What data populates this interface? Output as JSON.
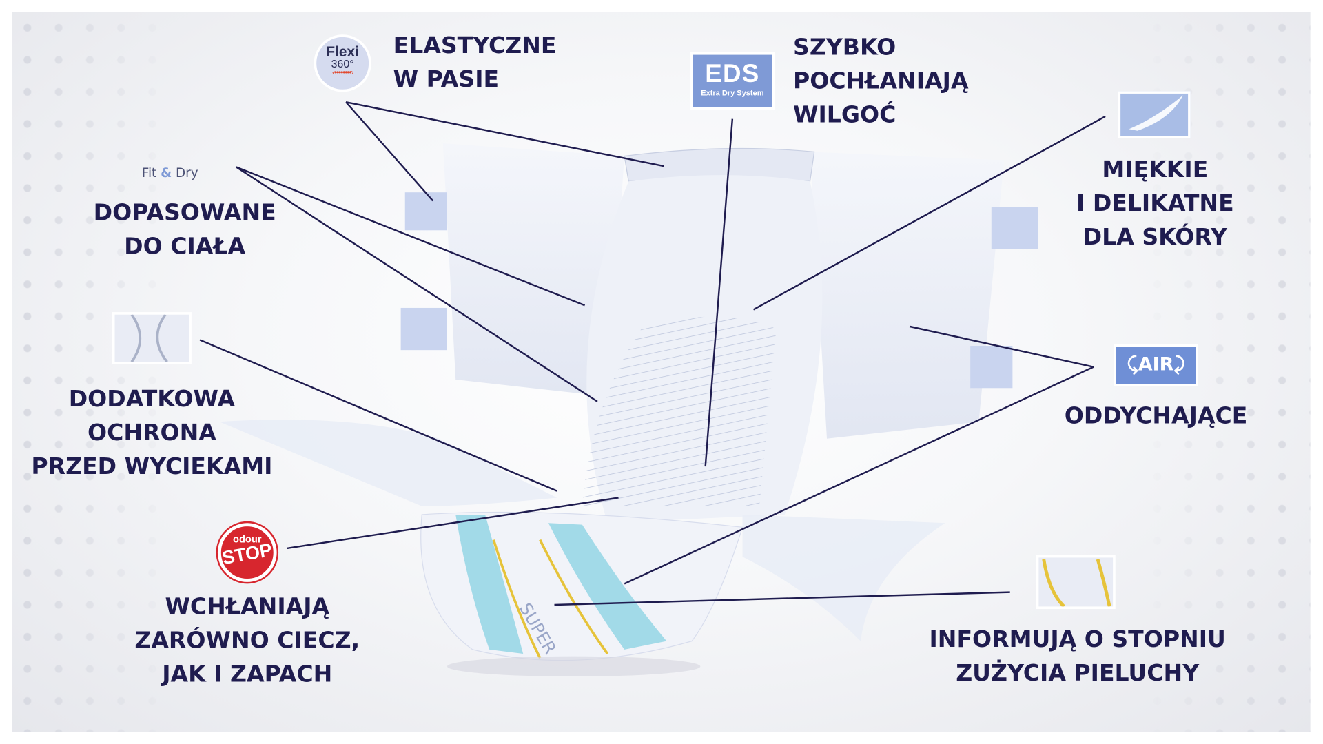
{
  "features": [
    {
      "badge": {
        "line1": "Flexi",
        "line2": "360°",
        "arrow": "‹••••••••›"
      },
      "lines": [
        "ELASTYCZNE",
        "W PASIE"
      ]
    },
    {
      "badge": {
        "line1": "EDS",
        "line2": "Extra Dry System"
      },
      "lines": [
        "SZYBKO",
        "POCHŁANIAJĄ",
        "WILGOĆ"
      ]
    },
    {
      "badge": {
        "line1": "Fit",
        "amp": "&",
        "line2": "Dry"
      },
      "lines": [
        "DOPASOWANE",
        "DO CIAŁA"
      ]
    },
    {
      "lines": [
        "DODATKOWA",
        "OCHRONA",
        "PRZED WYCIEKAMI"
      ]
    },
    {
      "badge": {
        "line1": "odour",
        "line2": "STOP"
      },
      "lines": [
        "WCHŁANIAJĄ",
        "ZARÓWNO CIECZ,",
        "JAK I ZAPACH"
      ]
    },
    {
      "lines": [
        "MIĘKKIE",
        "I DELIKATNE",
        "DLA SKÓRY"
      ]
    },
    {
      "badge": {
        "line1": "AIR"
      },
      "lines": [
        "ODDYCHAJĄCE"
      ]
    },
    {
      "lines": [
        "INFORMUJĄ O STOPNIU",
        "ZUŻYCIA PIELUCHY"
      ]
    }
  ],
  "product_print": "SUPER",
  "colors": {
    "text": "#1f1c4f",
    "eds": "#7f9ad6",
    "odour": "#d7262e",
    "air": "#6f8fd6",
    "indicator": "#e6c33a",
    "cyan": "#8fd3e3"
  }
}
